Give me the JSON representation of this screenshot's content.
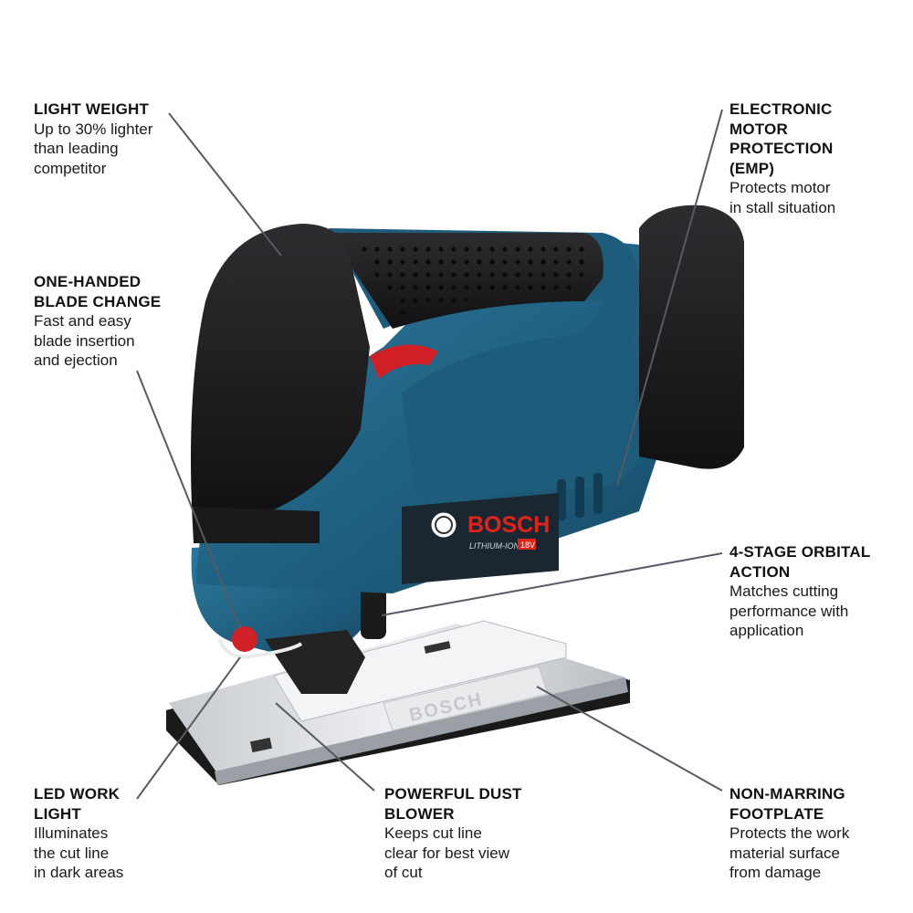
{
  "callouts": {
    "light_weight": {
      "title": [
        "LIGHT WEIGHT"
      ],
      "desc": [
        "Up to 30% lighter",
        "than leading",
        "competitor"
      ]
    },
    "emp": {
      "title": [
        "ELECTRONIC",
        "MOTOR",
        "PROTECTION",
        "(EMP)"
      ],
      "desc": [
        "Protects motor",
        "in stall situation"
      ]
    },
    "blade_change": {
      "title": [
        "ONE-HANDED",
        "BLADE CHANGE"
      ],
      "desc": [
        "Fast and easy",
        "blade insertion",
        "and ejection"
      ]
    },
    "orbital": {
      "title": [
        "4-STAGE ORBITAL",
        "ACTION"
      ],
      "desc": [
        "Matches cutting",
        "performance with",
        "application"
      ]
    },
    "led": {
      "title": [
        "LED WORK",
        "LIGHT"
      ],
      "desc": [
        "Illuminates",
        "the cut line",
        "in dark areas"
      ]
    },
    "dust": {
      "title": [
        "POWERFUL DUST",
        "BLOWER"
      ],
      "desc": [
        "Keeps cut line",
        "clear for best view",
        "of cut"
      ]
    },
    "footplate": {
      "title": [
        "NON-MARRING",
        "FOOTPLATE"
      ],
      "desc": [
        "Protects the work",
        "material surface",
        "from damage"
      ]
    }
  },
  "product": {
    "brand": "BOSCH",
    "badge": "LITHIUM-ION",
    "voltage": "18V",
    "footplate_brand": "BOSCH"
  },
  "colors": {
    "body_blue": "#1f5f80",
    "grip_black": "#1c1c1e",
    "trigger_red": "#d11f26",
    "brand_red": "#e2231a",
    "footplate_silver": "#d9dcdf",
    "leader_gray": "#555b63"
  }
}
